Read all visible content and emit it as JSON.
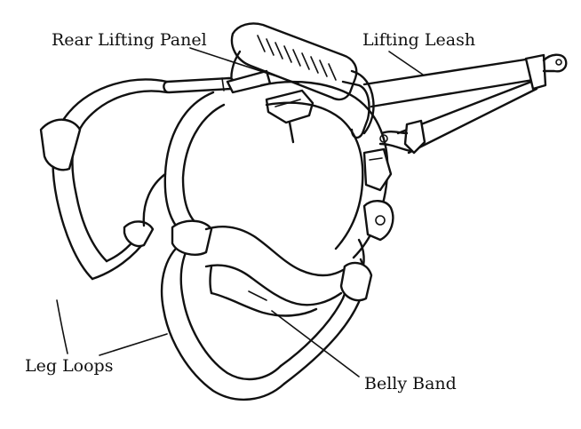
{
  "labels": {
    "rear_lifting_panel": "Rear Lifting Panel",
    "lifting_leash": "Lifting Leash",
    "leg_loops": "Leg Loops",
    "belly_band": "Belly Band"
  },
  "colors": {
    "ink": "#111111",
    "background": "#ffffff"
  }
}
